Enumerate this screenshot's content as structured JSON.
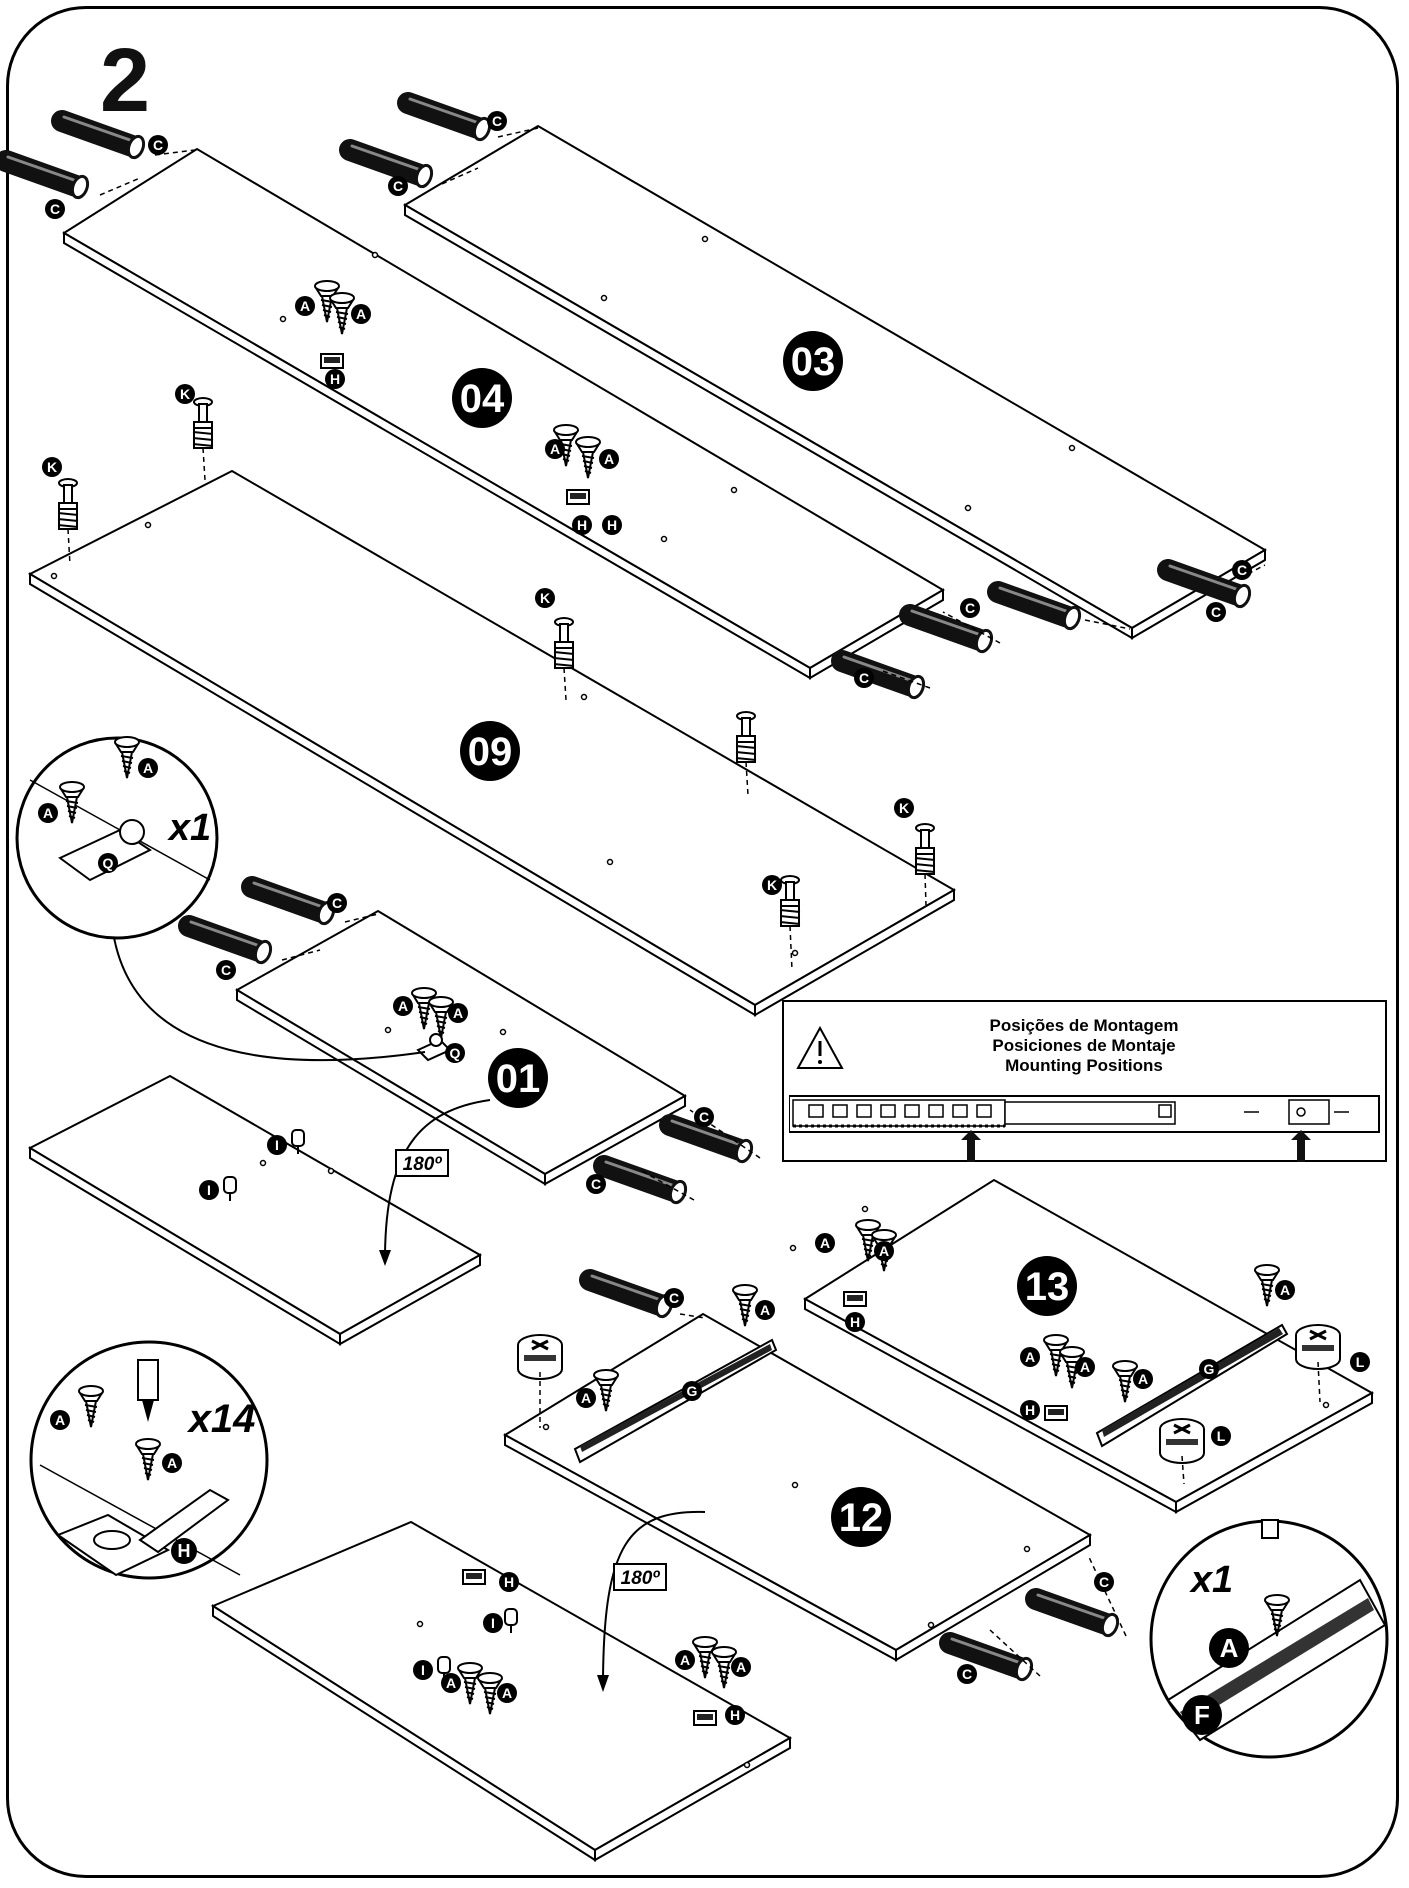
{
  "step_number": "2",
  "panels": {
    "p04": "04",
    "p03": "03",
    "p09": "09",
    "p01": "01",
    "p13": "13",
    "p12": "12"
  },
  "part_letters": {
    "A": "A",
    "C": "C",
    "F": "F",
    "G": "G",
    "H": "H",
    "I": "I",
    "K": "K",
    "L": "L",
    "Q": "Q"
  },
  "rotation_label": "180º",
  "detail_callouts": {
    "q_plate_qty": "x1",
    "hinge_qty": "x14",
    "slide_screw_qty": "x1"
  },
  "mounting_box": {
    "line1": "Posições de Montagem",
    "line2": "Posiciones de Montaje",
    "line3": "Mounting Positions",
    "icon": "warning-triangle-icon"
  },
  "colors": {
    "line": "#000000",
    "dowel": "#1a1a1a",
    "background": "#ffffff"
  }
}
